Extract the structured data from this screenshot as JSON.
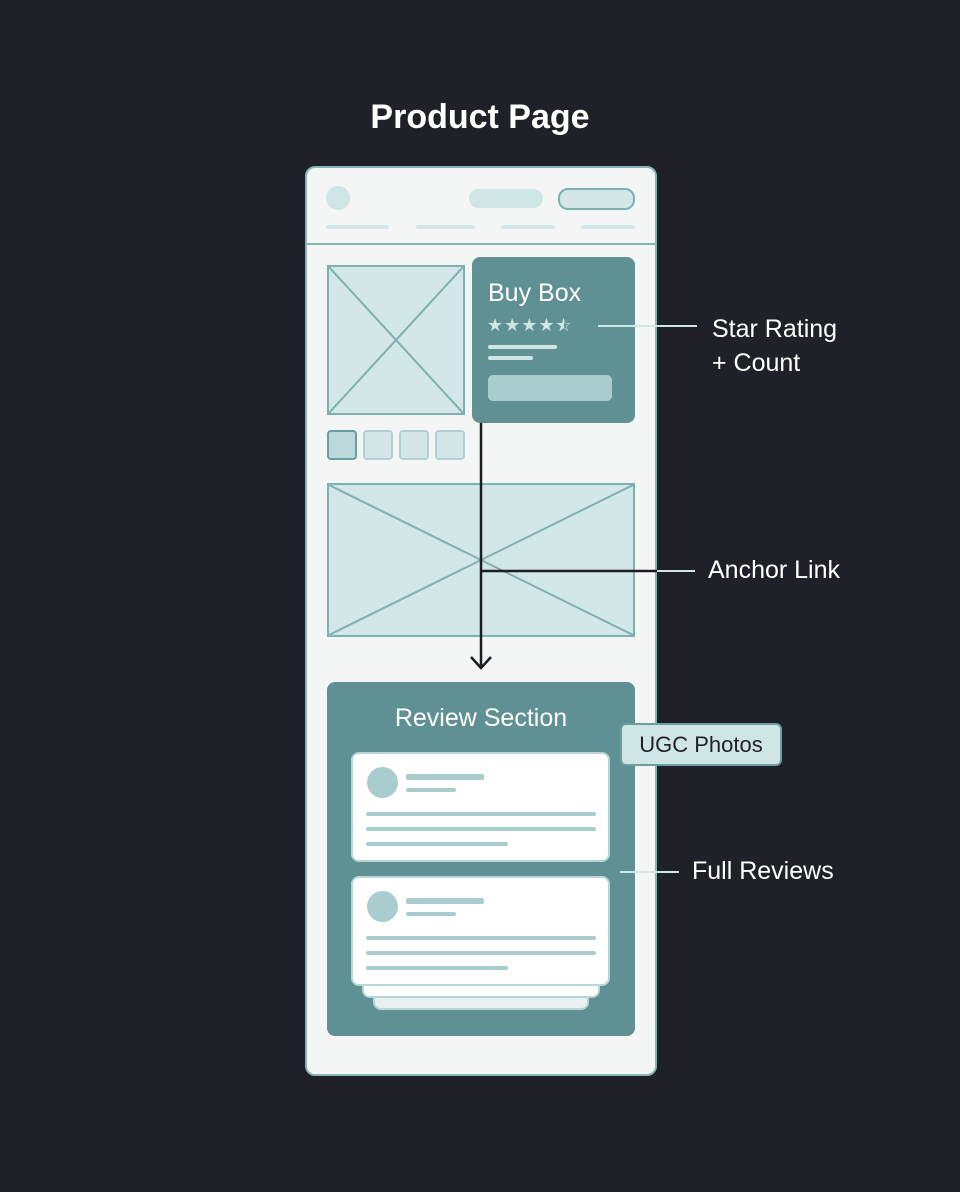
{
  "title": "Product Page",
  "buy_box": {
    "title": "Buy Box",
    "rating": 4.5,
    "rating_max": 5
  },
  "review_section": {
    "title": "Review Section"
  },
  "callouts": {
    "star_rating_line1": "Star Rating",
    "star_rating_line2": "+ Count",
    "anchor_link": "Anchor Link",
    "ugc_photos": "UGC Photos",
    "full_reviews": "Full Reviews"
  },
  "colors": {
    "background": "#1e2228",
    "teal": "#5f9194",
    "light_teal": "#d3e7e8",
    "frame": "#f4f6f6"
  }
}
